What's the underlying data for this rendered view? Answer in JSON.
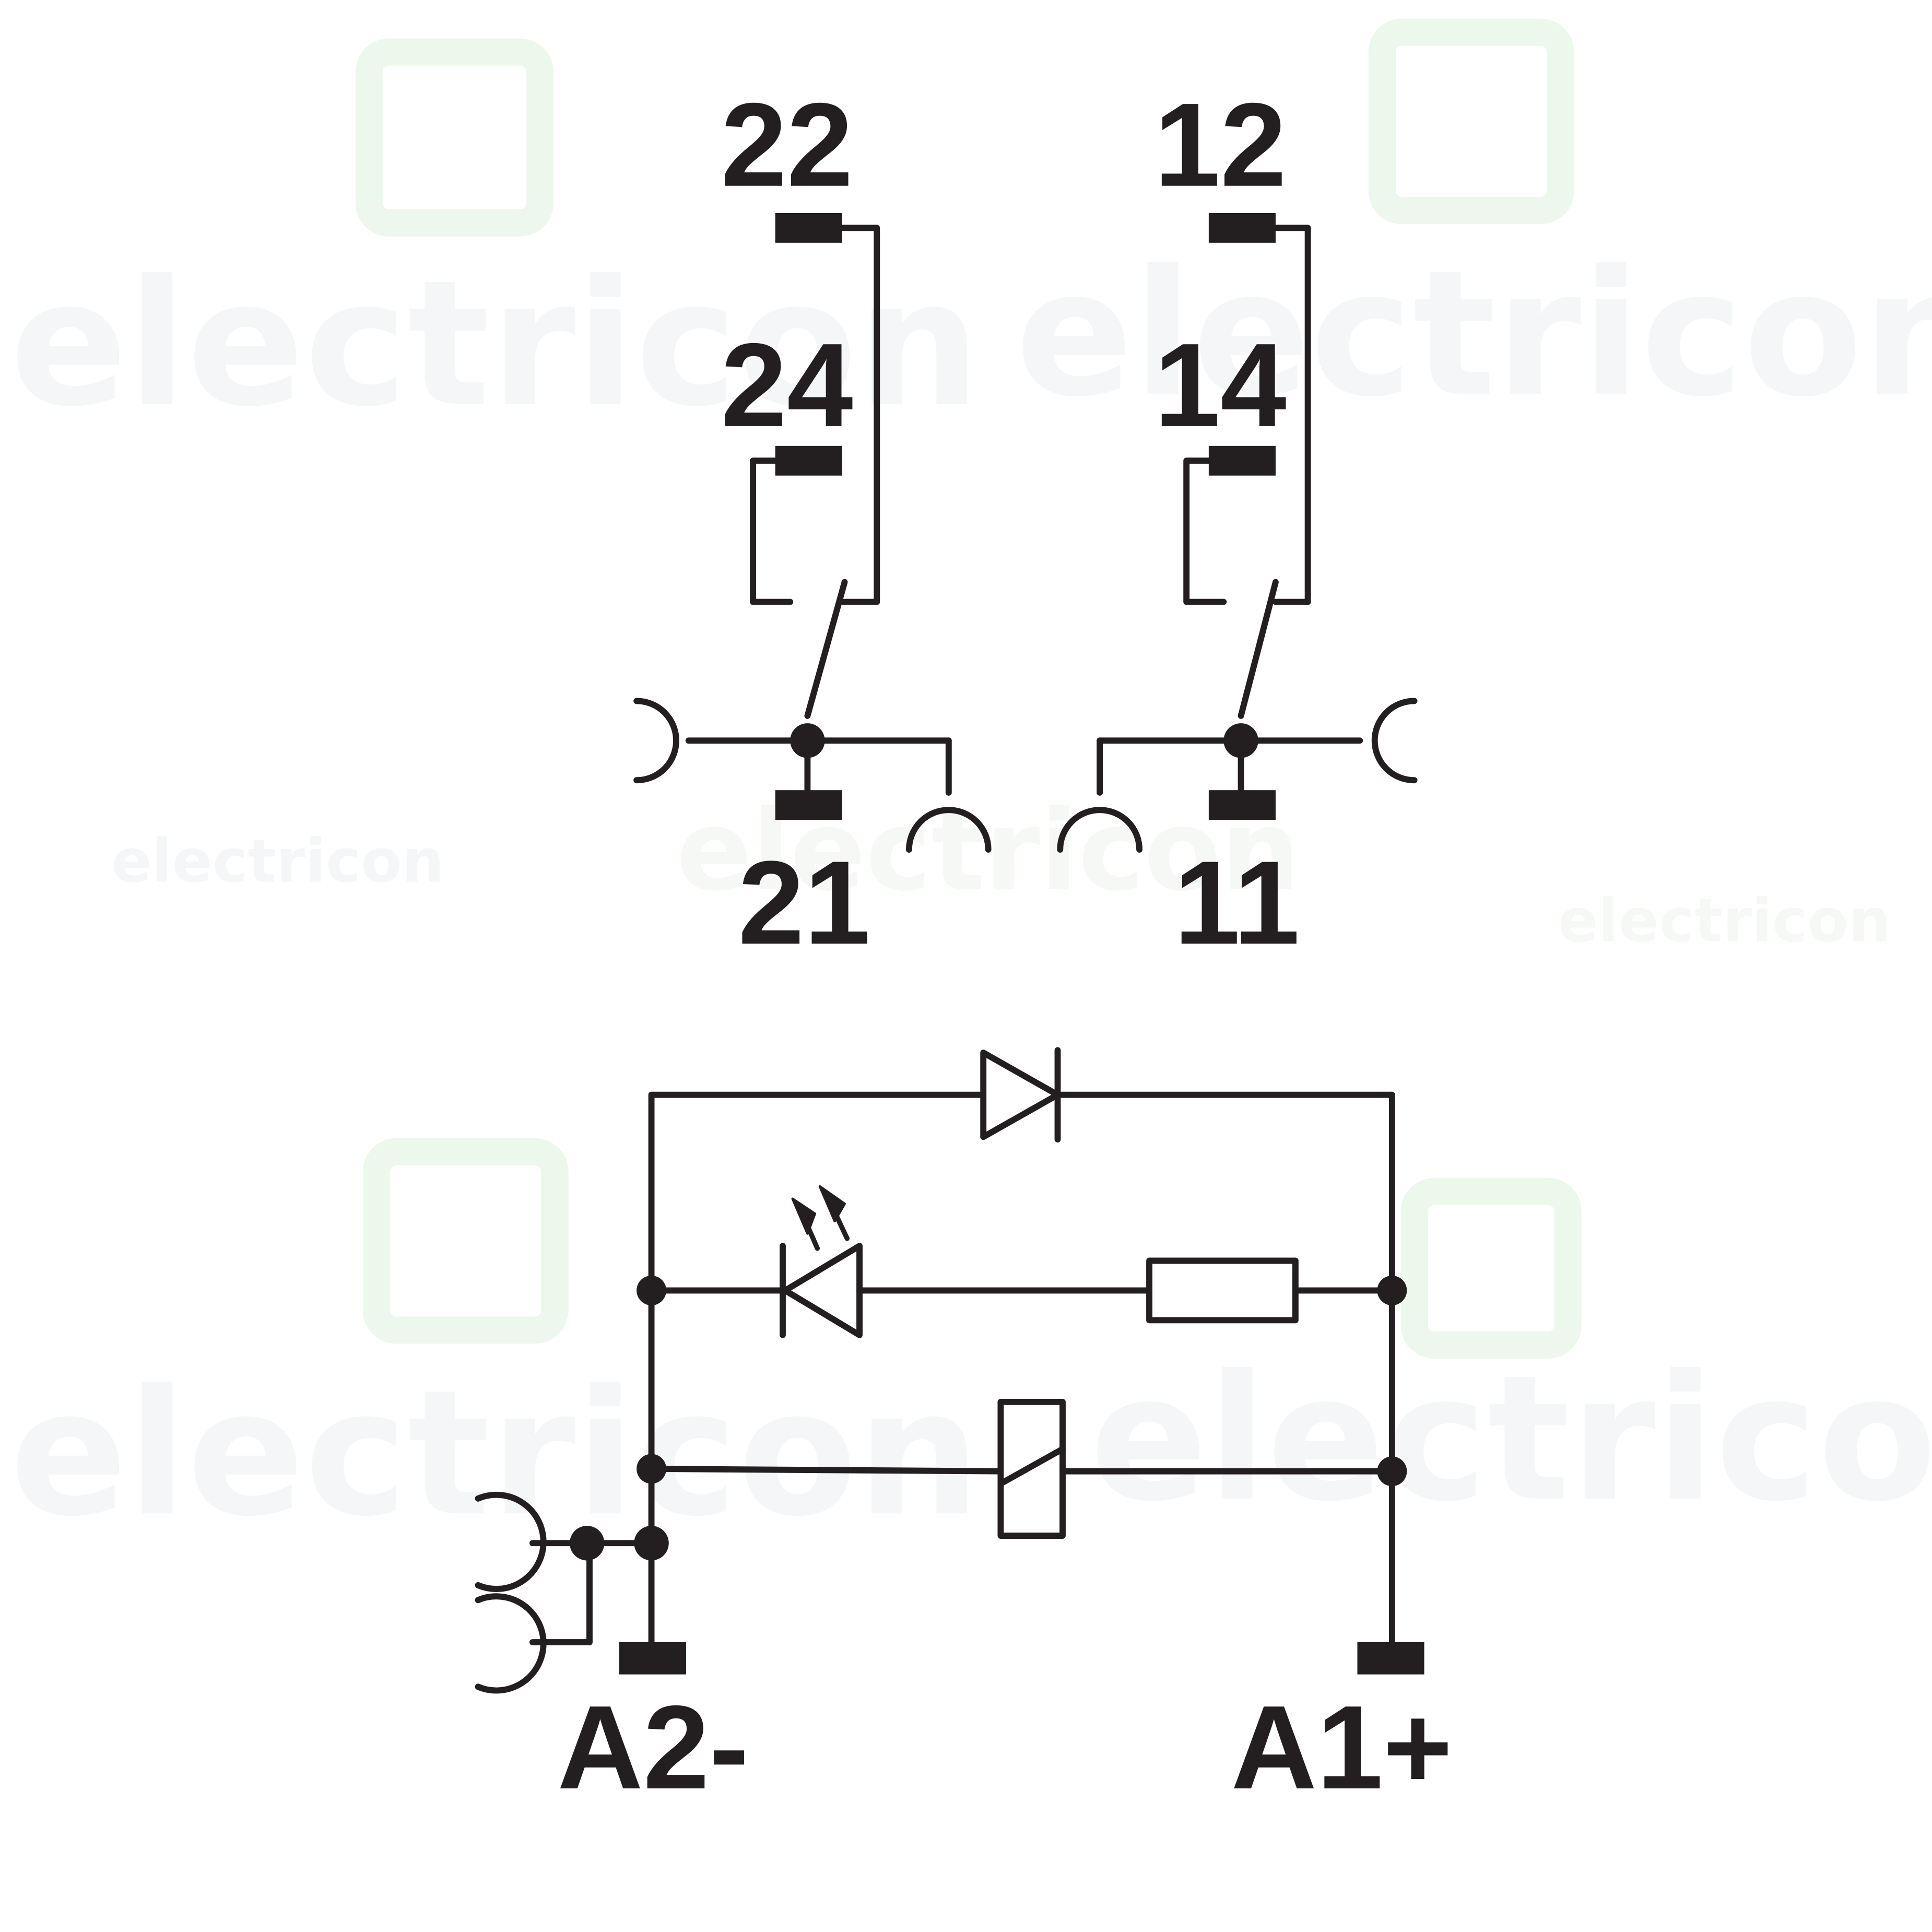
{
  "terminals": {
    "t22": "22",
    "t24": "24",
    "t21": "21",
    "t12": "12",
    "t14": "14",
    "t11": "11",
    "a2": "A2-",
    "a1": "A1+"
  },
  "watermark": {
    "brand": "electricon",
    "color": "#e9ecee"
  },
  "colors": {
    "ink": "#231f20",
    "background": "#ffffff"
  }
}
